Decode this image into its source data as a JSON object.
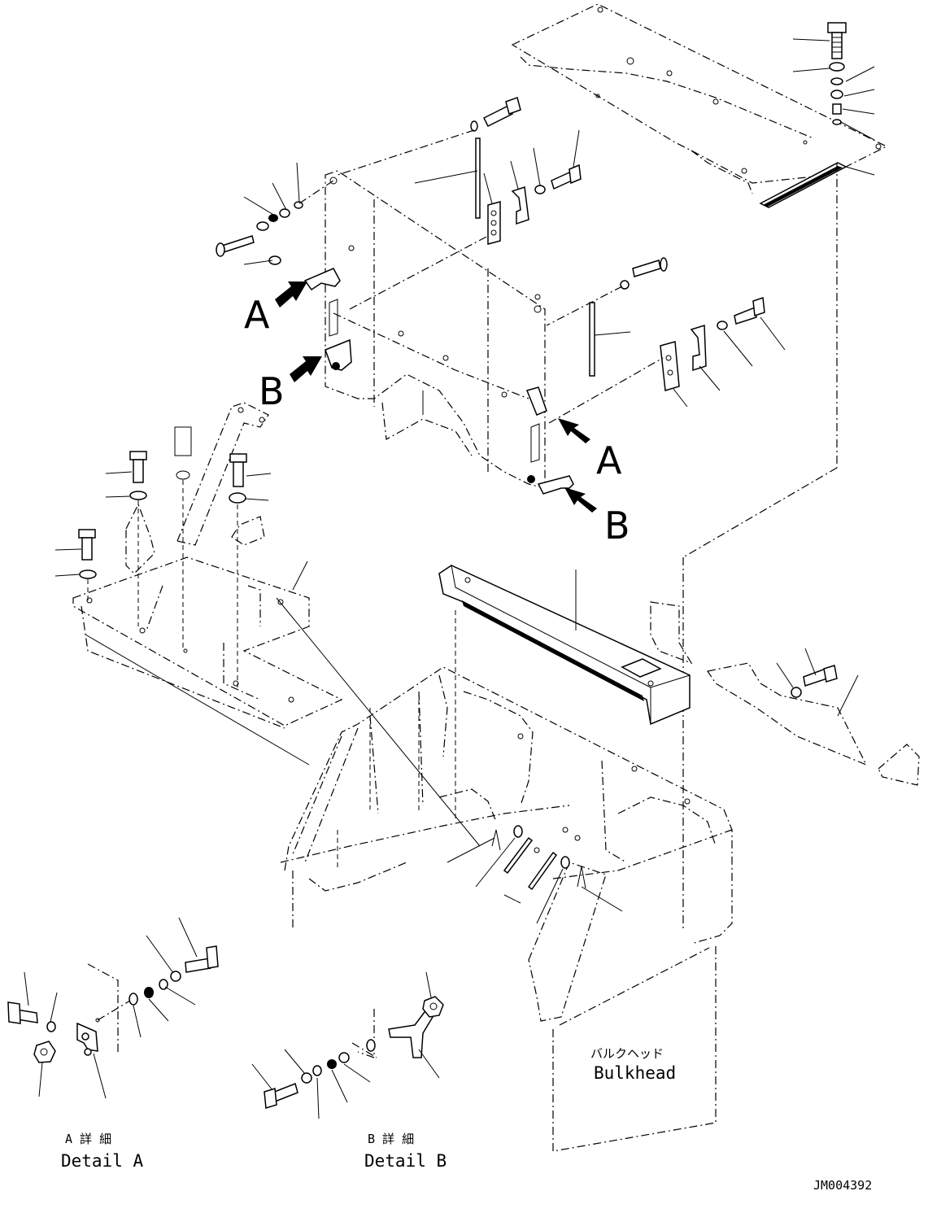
{
  "view_labels": {
    "a_upper_left": "A",
    "b_upper_left": "B",
    "a_right": "A",
    "b_right": "B"
  },
  "bulkhead": {
    "label_jp": "バルクヘッド",
    "label_en": "Bulkhead"
  },
  "detail_a": {
    "title_jp": "A 詳 細",
    "title_en": "Detail A"
  },
  "detail_b": {
    "title_jp": "B 詳 細",
    "title_en": "Detail B"
  },
  "drawing_number": "JM004392"
}
